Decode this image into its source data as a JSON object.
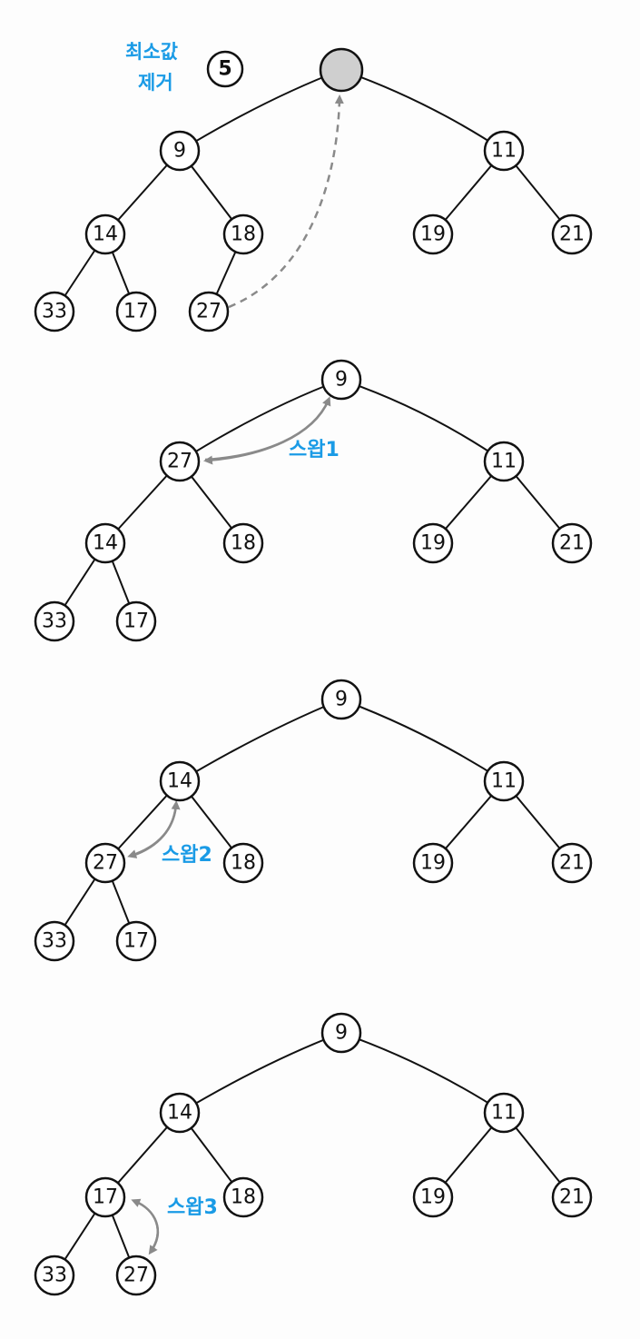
{
  "header": {
    "label_line1": "최소값",
    "label_line2": "제거",
    "step_number": "5"
  },
  "panels": [
    {
      "nodes": [
        {
          "id": "root",
          "label": ""
        },
        {
          "id": "n9",
          "label": "9"
        },
        {
          "id": "n11",
          "label": "11"
        },
        {
          "id": "n14",
          "label": "14"
        },
        {
          "id": "n18",
          "label": "18"
        },
        {
          "id": "n19",
          "label": "19"
        },
        {
          "id": "n21",
          "label": "21"
        },
        {
          "id": "n33",
          "label": "33"
        },
        {
          "id": "n17",
          "label": "17"
        },
        {
          "id": "n27",
          "label": "27"
        }
      ]
    },
    {
      "swap_label": "스왑1",
      "nodes": [
        {
          "id": "root",
          "label": "9"
        },
        {
          "id": "a",
          "label": "27"
        },
        {
          "id": "b",
          "label": "11"
        },
        {
          "id": "c",
          "label": "14"
        },
        {
          "id": "d",
          "label": "18"
        },
        {
          "id": "e",
          "label": "19"
        },
        {
          "id": "f",
          "label": "21"
        },
        {
          "id": "g",
          "label": "33"
        },
        {
          "id": "h",
          "label": "17"
        }
      ]
    },
    {
      "swap_label": "스왑2",
      "nodes": [
        {
          "id": "root",
          "label": "9"
        },
        {
          "id": "a",
          "label": "14"
        },
        {
          "id": "b",
          "label": "11"
        },
        {
          "id": "c",
          "label": "27"
        },
        {
          "id": "d",
          "label": "18"
        },
        {
          "id": "e",
          "label": "19"
        },
        {
          "id": "f",
          "label": "21"
        },
        {
          "id": "g",
          "label": "33"
        },
        {
          "id": "h",
          "label": "17"
        }
      ]
    },
    {
      "swap_label": "스왑3",
      "nodes": [
        {
          "id": "root",
          "label": "9"
        },
        {
          "id": "a",
          "label": "14"
        },
        {
          "id": "b",
          "label": "11"
        },
        {
          "id": "c",
          "label": "17"
        },
        {
          "id": "d",
          "label": "18"
        },
        {
          "id": "e",
          "label": "19"
        },
        {
          "id": "f",
          "label": "21"
        },
        {
          "id": "g",
          "label": "33"
        },
        {
          "id": "h",
          "label": "27"
        }
      ]
    }
  ]
}
